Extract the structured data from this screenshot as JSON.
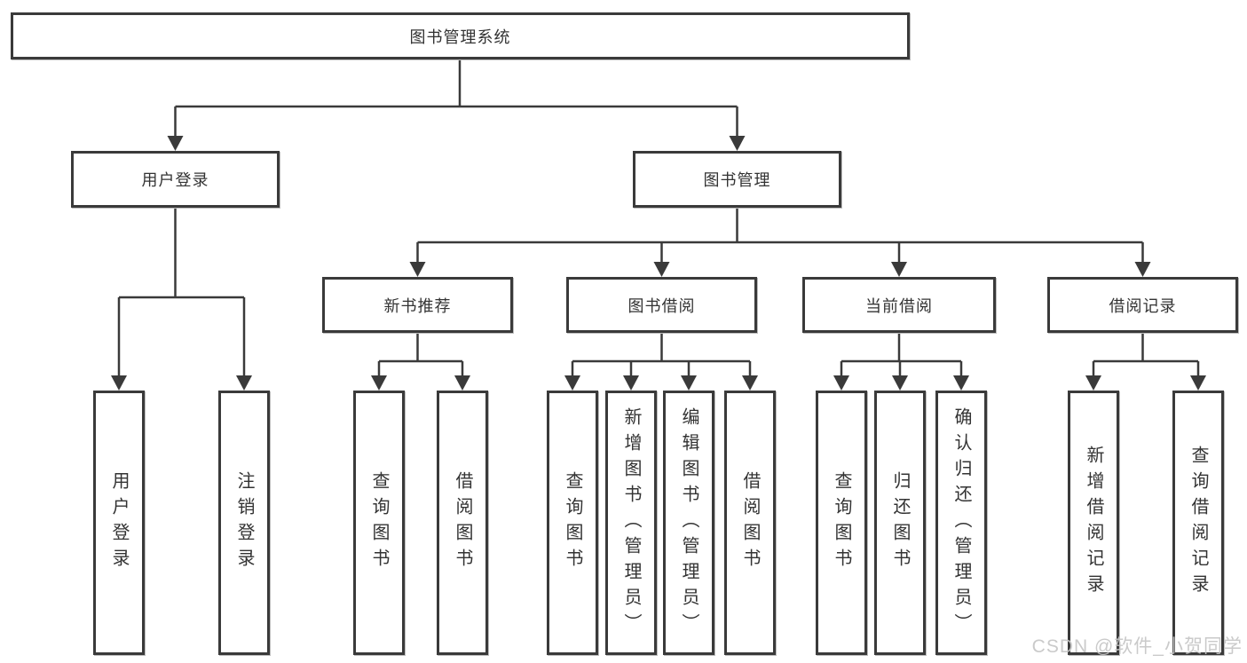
{
  "nodes": {
    "root": "图书管理系统",
    "l2": [
      "用户登录",
      "图书管理"
    ],
    "l3": [
      "新书推荐",
      "图书借阅",
      "当前借阅",
      "借阅记录"
    ],
    "leaves": [
      "用户登录",
      "注销登录",
      "查询图书",
      "借阅图书",
      "查询图书",
      "新增图书（管理员）",
      "编辑图书（管理员）",
      "借阅图书",
      "查询图书",
      "归还图书",
      "确认归还（管理员）",
      "新增借阅记录",
      "查询借阅记录"
    ]
  },
  "hierarchy": {
    "图书管理系统": {
      "用户登录": [
        "用户登录",
        "注销登录"
      ],
      "图书管理": {
        "新书推荐": [
          "查询图书",
          "借阅图书"
        ],
        "图书借阅": [
          "查询图书",
          "新增图书（管理员）",
          "编辑图书（管理员）",
          "借阅图书"
        ],
        "当前借阅": [
          "查询图书",
          "归还图书",
          "确认归还（管理员）"
        ],
        "借阅记录": [
          "新增借阅记录",
          "查询借阅记录"
        ]
      }
    }
  },
  "watermark": "CSDN @软件_小贺同学",
  "colors": {
    "background": "#ffffff",
    "box_border": "#3a3a3a",
    "line": "#3a3a3a",
    "text": "#333333",
    "watermark": "#c6c6c6"
  }
}
